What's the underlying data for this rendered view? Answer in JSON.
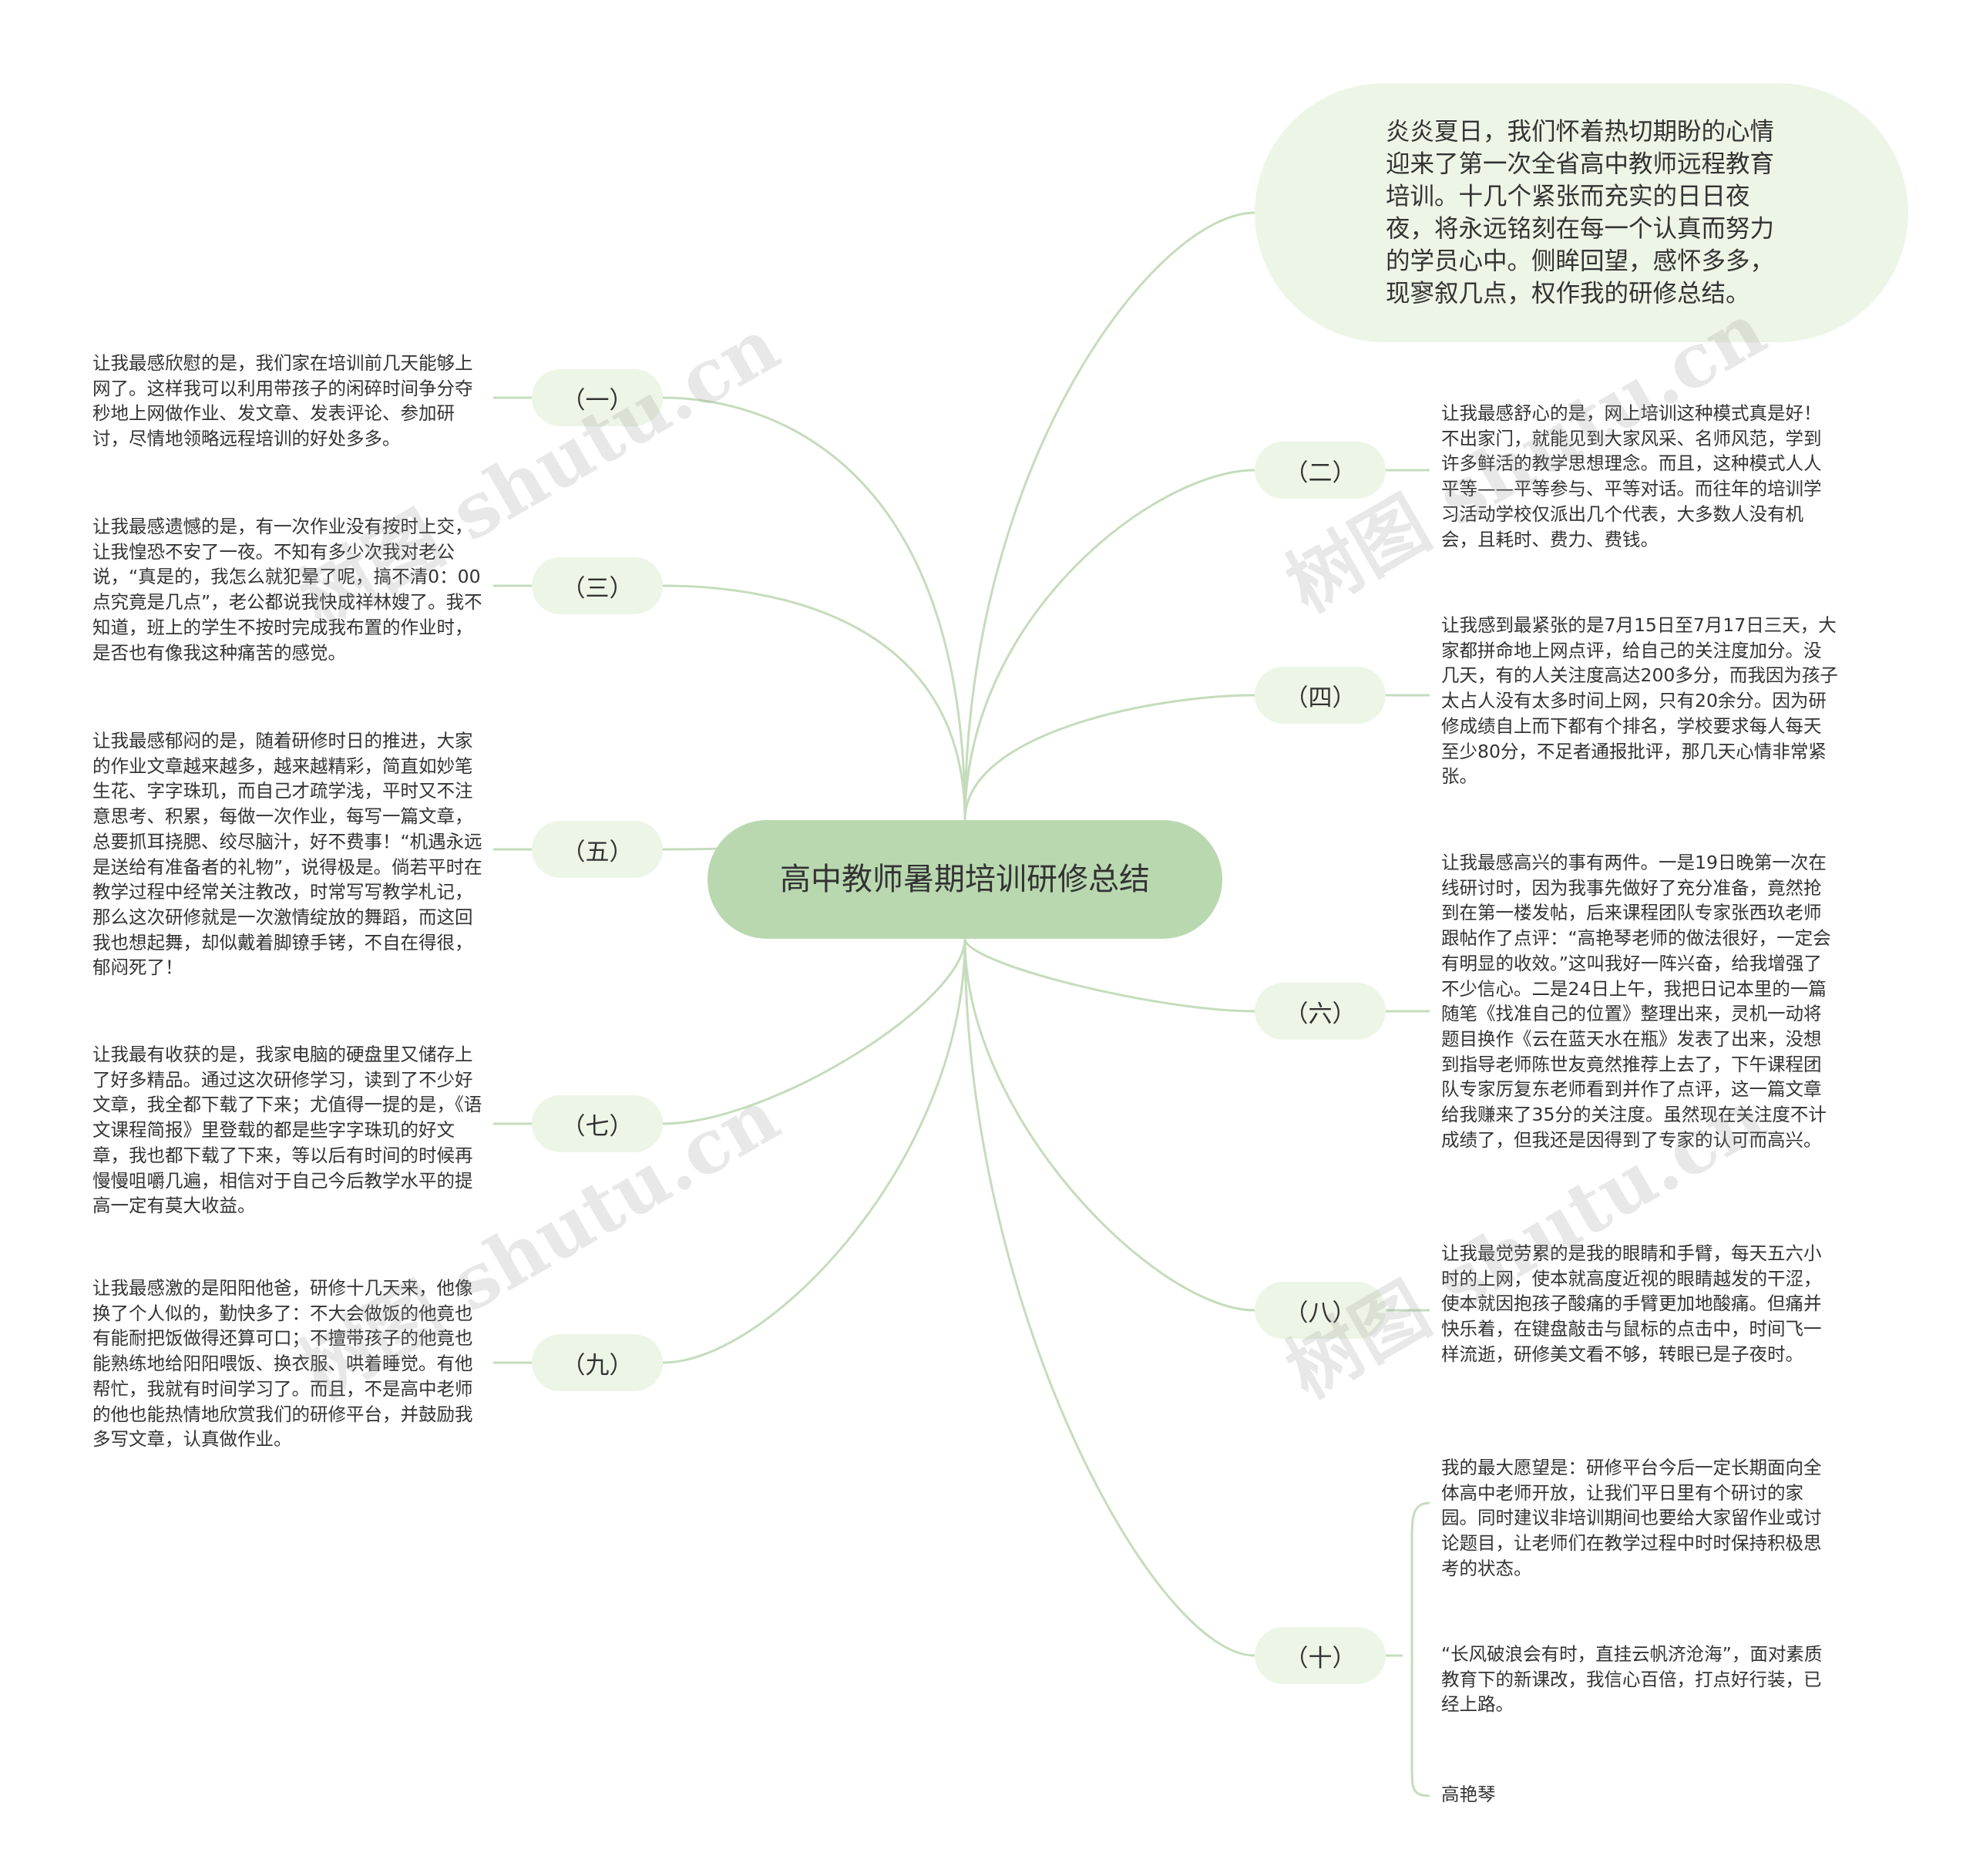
{
  "center": "高中教师暑期培训研修总结",
  "intro": "炎炎夏日，我们怀着热切期盼的心情迎来了第一次全省高中教师远程教育培训。十几个紧张而充实的日日夜夜，将永远铭刻在每一个认真而努力的学员心中。侧眸回望，感怀多多，现寥叙几点，权作我的研修总结。",
  "branches": {
    "b1": {
      "label": "（一）",
      "text": "让我最感欣慰的是，我们家在培训前几天能够上网了。这样我可以利用带孩子的闲碎时间争分夺秒地上网做作业、发文章、发表评论、参加研讨，尽情地领略远程培训的好处多多。"
    },
    "b2": {
      "label": "（二）",
      "text": "让我最感舒心的是，网上培训这种模式真是好！不出家门，就能见到大家风采、名师风范，学到许多鲜活的教学思想理念。而且，这种模式人人平等——平等参与、平等对话。而往年的培训学习活动学校仅派出几个代表，大多数人没有机会，且耗时、费力、费钱。"
    },
    "b3": {
      "label": "（三）",
      "text": "让我最感遗憾的是，有一次作业没有按时上交，让我惶恐不安了一夜。不知有多少次我对老公说，“真是的，我怎么就犯晕了呢，搞不清0：00点究竟是几点”，老公都说我快成祥林嫂了。我不知道，班上的学生不按时完成我布置的作业时，是否也有像我这种痛苦的感觉。"
    },
    "b4": {
      "label": "（四）",
      "text": "让我感到最紧张的是7月15日至7月17日三天，大家都拼命地上网点评，给自己的关注度加分。没几天，有的人关注度高达200多分，而我因为孩子太占人没有太多时间上网，只有20余分。因为研修成绩自上而下都有个排名，学校要求每人每天至少80分，不足者通报批评，那几天心情非常紧张。"
    },
    "b5": {
      "label": "（五）",
      "text": "让我最感郁闷的是，随着研修时日的推进，大家的作业文章越来越多，越来越精彩，简直如妙笔生花、字字珠玑，而自己才疏学浅，平时又不注意思考、积累，每做一次作业，每写一篇文章，总要抓耳挠腮、绞尽脑汁，好不费事！“机遇永远是送给有准备者的礼物”，说得极是。倘若平时在教学过程中经常关注教改，时常写写教学札记，那么这次研修就是一次激情绽放的舞蹈，而这回我也想起舞，却似戴着脚镣手铐，不自在得很，郁闷死了！"
    },
    "b6": {
      "label": "（六）",
      "text": "让我最感高兴的事有两件。一是19日晚第一次在线研讨时，因为我事先做好了充分准备，竟然抢到在第一楼发帖，后来课程团队专家张西玖老师跟帖作了点评：“高艳琴老师的做法很好，一定会有明显的收效。”这叫我好一阵兴奋，给我增强了不少信心。二是24日上午，我把日记本里的一篇随笔《找准自己的位置》整理出来，灵机一动将题目换作《云在蓝天水在瓶》发表了出来，没想到指导老师陈世友竟然推荐上去了，下午课程团队专家厉复东老师看到并作了点评，这一篇文章给我赚来了35分的关注度。虽然现在关注度不计成绩了，但我还是因得到了专家的认可而高兴。"
    },
    "b7": {
      "label": "（七）",
      "text": "让我最有收获的是，我家电脑的硬盘里又储存上了好多精品。通过这次研修学习，读到了不少好文章，我全都下载了下来；尤值得一提的是，《语文课程简报》里登载的都是些字字珠玑的好文章，我也都下载了下来，等以后有时间的时候再慢慢咀嚼几遍，相信对于自己今后教学水平的提高一定有莫大收益。"
    },
    "b8": {
      "label": "（八）",
      "text": "让我最觉劳累的是我的眼睛和手臂，每天五六小时的上网，使本就高度近视的眼睛越发的干涩，使本就因抱孩子酸痛的手臂更加地酸痛。但痛并快乐着，在键盘敲击与鼠标的点击中，时间飞一样流逝，研修美文看不够，转眼已是子夜时。"
    },
    "b9": {
      "label": "（九）",
      "text": "让我最感激的是阳阳他爸，研修十几天来，他像换了个人似的，勤快多了：不大会做饭的他竟也有能耐把饭做得还算可口；不擅带孩子的他竟也能熟练地给阳阳喂饭、换衣服、哄着睡觉。有他帮忙，我就有时间学习了。而且，不是高中老师的他也能热情地欣赏我们的研修平台，并鼓励我多写文章，认真做作业。"
    },
    "b10": {
      "label": "（十）",
      "texts": [
        "我的最大愿望是：研修平台今后一定长期面向全体高中老师开放，让我们平日里有个研讨的家园。同时建议非培训期间也要给大家留作业或讨论题目，让老师们在教学过程中时时保持积极思考的状态。",
        "“长风破浪会有时，直挂云帆济沧海”，面对素质教育下的新课改，我信心百倍，打点好行装，已经上路。",
        "高艳琴"
      ]
    }
  },
  "watermark": "树图 shutu.cn",
  "colors": {
    "line": "#c5dcbc",
    "center": "#b9d8b0",
    "node": "#edf5e6"
  }
}
